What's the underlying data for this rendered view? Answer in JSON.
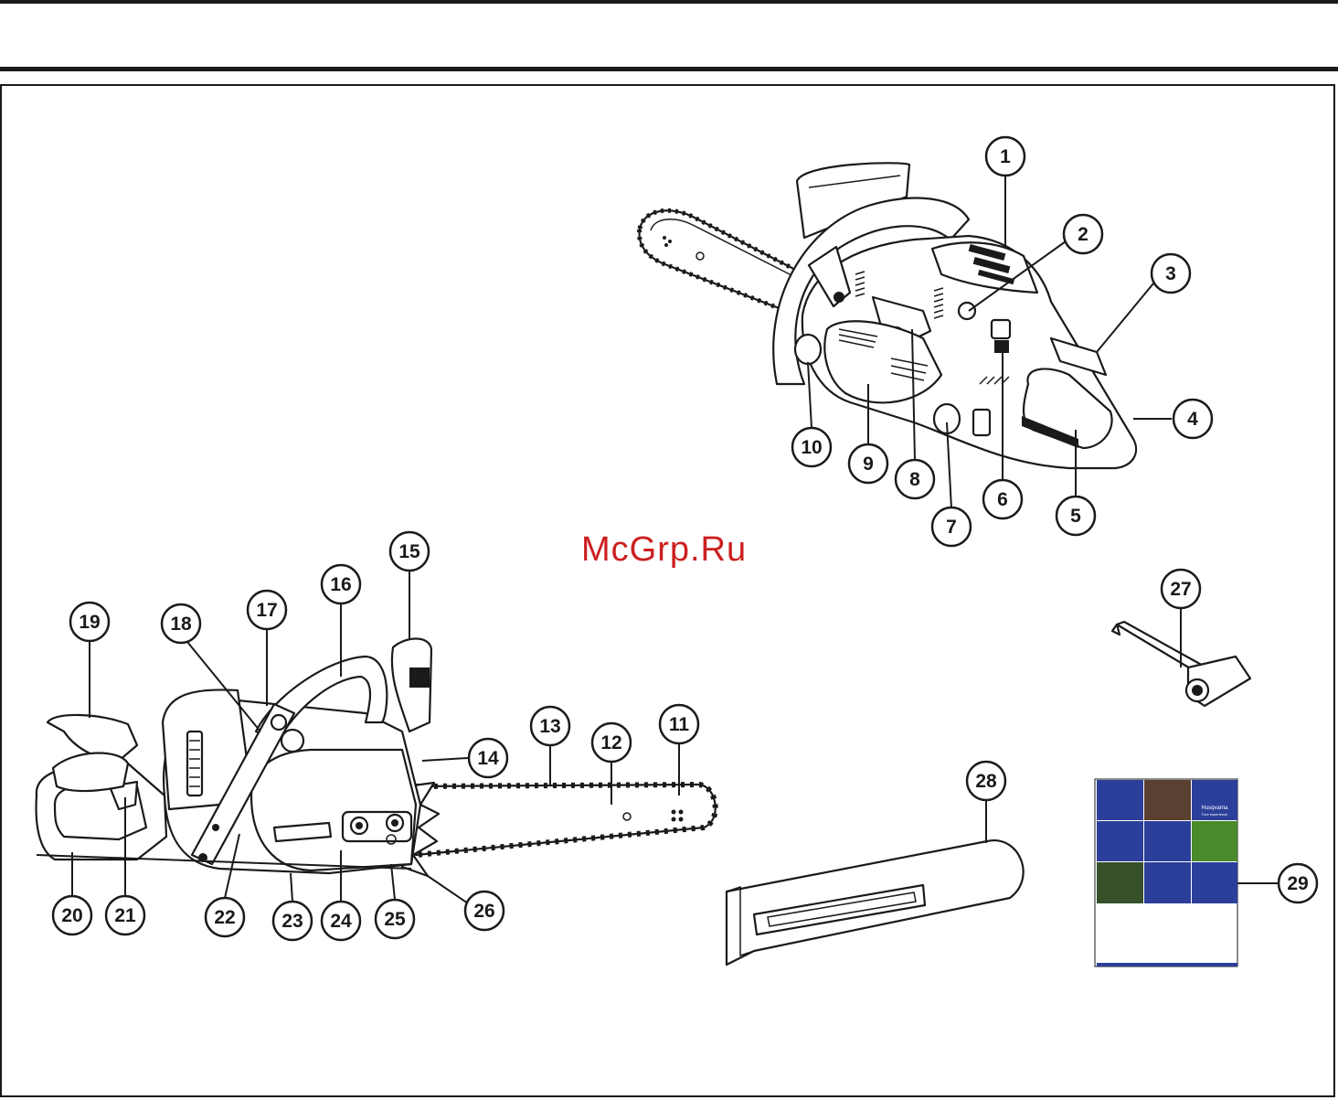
{
  "watermark": "McGrp.Ru",
  "callouts": [
    "1",
    "2",
    "3",
    "4",
    "5",
    "6",
    "7",
    "8",
    "9",
    "10",
    "11",
    "12",
    "13",
    "14",
    "15",
    "16",
    "17",
    "18",
    "19",
    "20",
    "21",
    "22",
    "23",
    "24",
    "25",
    "26",
    "27",
    "28",
    "29"
  ],
  "manual_cover": {
    "brand": "Husqvarna",
    "tagline": "Tree experience"
  },
  "colors": {
    "ink": "#1a1a1a",
    "manual_blue": "#2b3f9a",
    "watermark": "#cc1f1f"
  }
}
